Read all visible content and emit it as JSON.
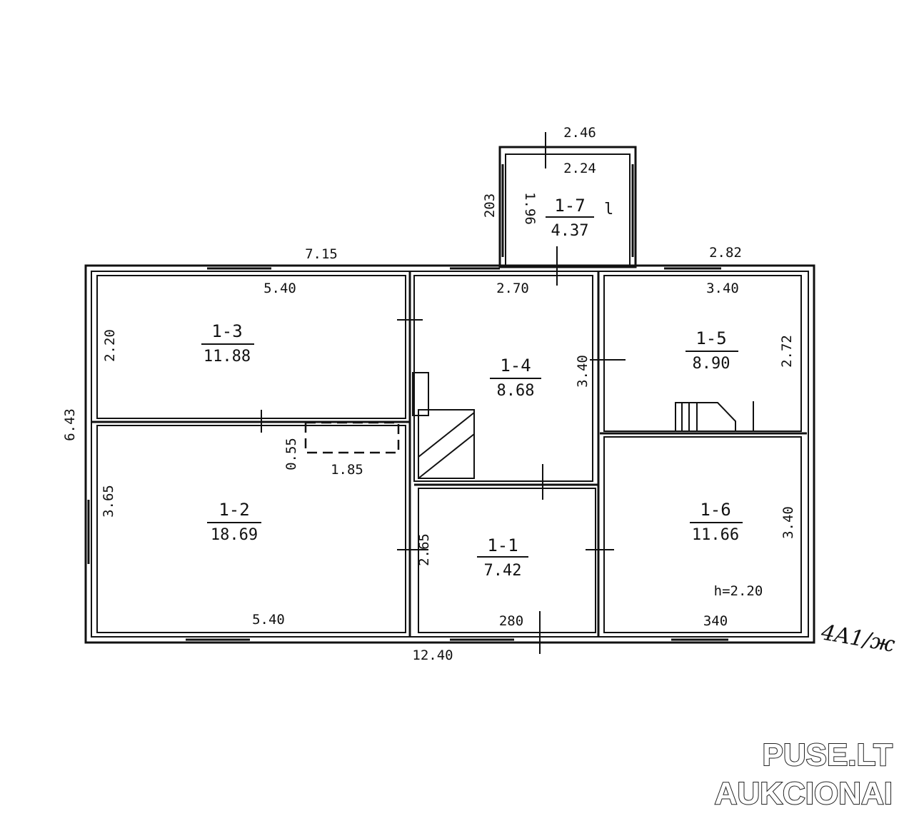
{
  "rooms": [
    {
      "id": "1-1",
      "area": "7.42"
    },
    {
      "id": "1-2",
      "area": "18.69"
    },
    {
      "id": "1-3",
      "area": "11.88"
    },
    {
      "id": "1-4",
      "area": "8.68"
    },
    {
      "id": "1-5",
      "area": "8.90"
    },
    {
      "id": "1-6",
      "area": "11.66"
    },
    {
      "id": "1-7",
      "area": "4.37"
    }
  ],
  "room_1_7_suffix": "l",
  "dimensions": {
    "outer_width_top": "7.15",
    "outer_width_bottom": "12.40",
    "outer_right_top": "2.82",
    "outer_height": "6.43",
    "r13_width": "5.40",
    "r13_height": "2.20",
    "r12_width": "5.40",
    "r12_height": "3.65",
    "closet_height": "0.55",
    "closet_width": "1.85",
    "r14_width": "2.70",
    "r14_height": "3.40",
    "r15_width": "3.40",
    "r15_height": "2.72",
    "r16_width": "340",
    "r16_height": "3.40",
    "r11_width": "280",
    "r11_height": "2.65",
    "r17_outer_width": "2.46",
    "r17_inner_width": "2.24",
    "r17_outer_height": "203",
    "r17_inner_height": "1.96",
    "ceiling_height": "h=2.20"
  },
  "notes": {
    "handwritten_code": "4A1/ж"
  },
  "watermark": {
    "line1": "PUSE.LT",
    "line2": "AUKCIONAI"
  }
}
